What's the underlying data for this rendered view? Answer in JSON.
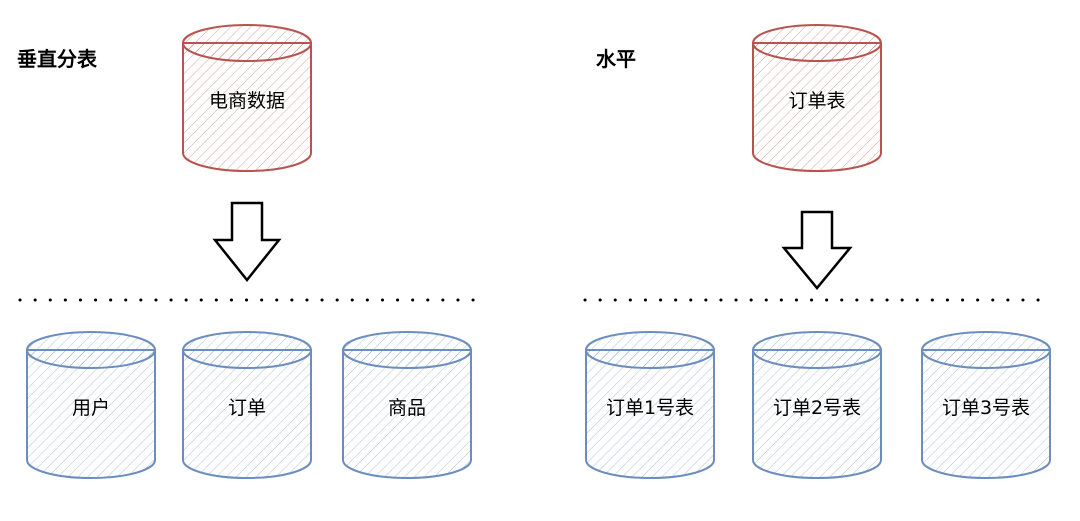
{
  "colors": {
    "source_stroke": "#b85450",
    "target_stroke": "#6c8ebf",
    "arrow_stroke": "#000000",
    "dots": "#000000"
  },
  "vertical": {
    "title": "垂直分表",
    "source": "电商数据",
    "targets": [
      "用户",
      "订单",
      "商品"
    ]
  },
  "horizontal": {
    "title": "水平",
    "source": "订单表",
    "targets": [
      "订单1号表",
      "订单2号表",
      "订单3号表"
    ]
  }
}
